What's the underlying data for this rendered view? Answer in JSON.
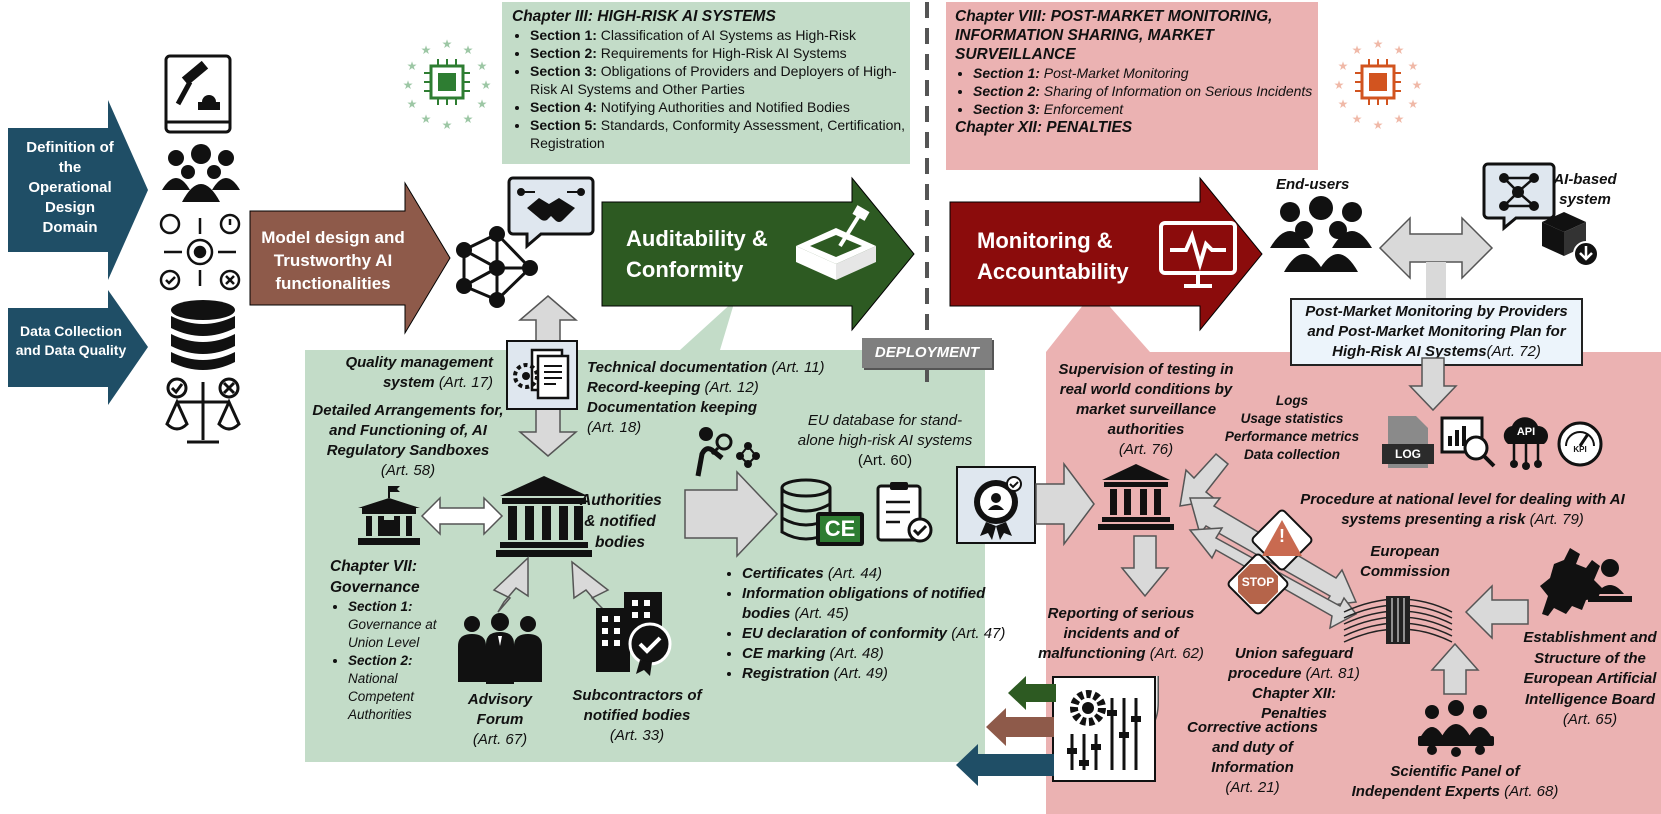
{
  "chapter3": {
    "title": "Chapter III: HIGH-RISK AI SYSTEMS",
    "sections": [
      {
        "label": "Section 1:",
        "text": " Classification of AI Systems as High-Risk"
      },
      {
        "label": "Section 2:",
        "text": " Requirements for High-Risk AI Systems"
      },
      {
        "label": "Section 3:",
        "text": " Obligations of Providers and Deployers of High-Risk AI Systems and Other Parties"
      },
      {
        "label": "Section 4:",
        "text": " Notifying Authorities and Notified Bodies"
      },
      {
        "label": "Section 5:",
        "text": " Standards, Conformity Assessment, Certification, Registration"
      }
    ]
  },
  "chapter8": {
    "title": "Chapter VIII: POST-MARKET MONITORING, INFORMATION SHARING, MARKET SURVEILLANCE",
    "sections": [
      {
        "label": "Section 1:",
        "text": " Post-Market Monitoring"
      },
      {
        "label": "Section 2:",
        "text": " Sharing of Information on Serious Incidents"
      },
      {
        "label": "Section 3:",
        "text": " Enforcement"
      }
    ],
    "footer": "Chapter XII: PENALTIES"
  },
  "left": {
    "odd": "Definition of the Operational Design Domain",
    "data": "Data Collection and Data Quality"
  },
  "stages": {
    "model": "Model design and Trustworthy AI functionalities",
    "audit": "Auditability & Conformity",
    "monitor": "Monitoring & Accountability"
  },
  "deployment": "DEPLOYMENT",
  "right_top": {
    "end_users": "End-users",
    "ai_system": "AI-based system",
    "pmm_title": "Post-Market Monitoring by Providers and Post-Market Monitoring Plan for High-Risk AI Systems",
    "pmm_art": "(Art. 72)",
    "logs": [
      "Logs",
      "Usage statistics",
      "Performance metrics",
      "Data collection"
    ],
    "log_badge": "LOG",
    "api_badge": "API",
    "kpi_badge": "KPI"
  },
  "green": {
    "qms": "Quality management system",
    "qms_art": "(Art. 17)",
    "tech_doc": "Technical documentation",
    "tech_doc_art": "(Art. 11)",
    "record": "Record-keeping",
    "record_art": "(Art. 12)",
    "doc_keep": "Documentation keeping",
    "doc_keep_art": "(Art. 18)",
    "sandbox": "Detailed Arrangements for, and Functioning of, AI Regulatory Sandboxes",
    "sandbox_art": "(Art. 58)",
    "eu_db": "EU database for stand-alone high-risk AI systems",
    "eu_db_art": "(Art. 60)",
    "authorities": "Authorities & notified bodies",
    "gov_title": "Chapter VII: Governance",
    "gov_sections": [
      {
        "label": "Section 1:",
        "text": " Governance at Union Level"
      },
      {
        "label": "Section 2:",
        "text": " National Competent Authorities"
      }
    ],
    "advisory": "Advisory Forum",
    "advisory_art": "(Art. 67)",
    "subcontractors": "Subcontractors of notified bodies",
    "subcontractors_art": "(Art. 33)",
    "ce_badge": "CE",
    "bullets": [
      {
        "label": "Certificates",
        "art": " (Art. 44)"
      },
      {
        "label": "Information obligations of notified bodies",
        "art": " (Art. 45)"
      },
      {
        "label": "EU declaration of conformity",
        "art": " (Art. 47)"
      },
      {
        "label": "CE marking",
        "art": " (Art. 48)"
      },
      {
        "label": "Registration",
        "art": " (Art. 49)"
      }
    ]
  },
  "red": {
    "supervision": "Supervision of testing in real world conditions by market surveillance authorities",
    "supervision_art": "(Art. 76)",
    "procedure": "Procedure at national level for dealing with AI systems presenting a risk",
    "procedure_art": "(Art. 79)",
    "commission": "European Commission",
    "reporting": "Reporting of serious incidents and of malfunctioning",
    "reporting_art": "(Art. 62)",
    "union": "Union safeguard procedure",
    "union_art": "(Art. 81)",
    "penalties": "Chapter XII: Penalties",
    "board": "Establishment and Structure of the European Artificial Intelligence Board",
    "board_art": "(Art. 65)",
    "corrective": "Corrective actions and duty of Information",
    "corrective_art": "(Art. 21)",
    "panel": "Scientific Panel of Independent Experts",
    "panel_art": "(Art. 68)",
    "stop_badge": "STOP",
    "warn_badge": "!"
  },
  "colors": {
    "navy": "#1f4e66",
    "brown": "#8e5a4a",
    "green_dark": "#2d5a22",
    "maroon": "#8b0c0c",
    "green_panel": "#c3dcc8",
    "red_panel": "#ebb2b2",
    "grey_arrow": "#d9d9d9"
  }
}
